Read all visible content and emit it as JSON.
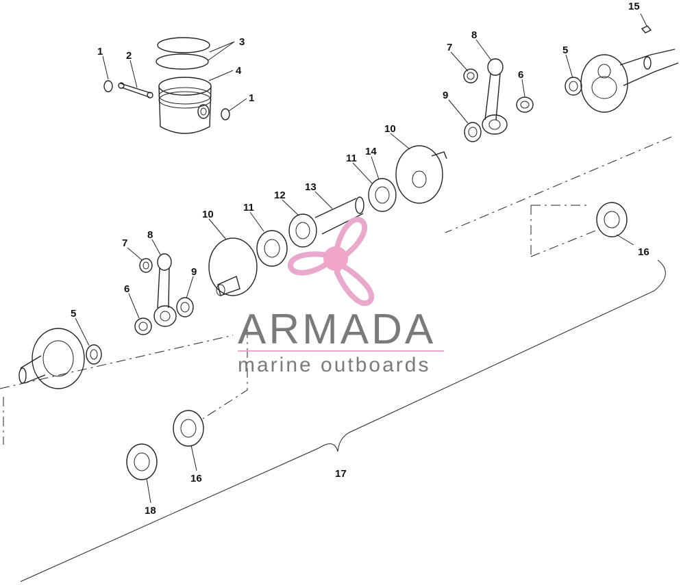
{
  "watermark": {
    "name": "ARMADA",
    "tagline": "marine outboards",
    "logo_color": "#e9a9cd",
    "logo_center_color": "#f0a6c9",
    "text_color": "#7a7a7a"
  },
  "callouts": {
    "c1a": "1",
    "c1b": "1",
    "c2": "2",
    "c3": "3",
    "c4": "4",
    "c5a": "5",
    "c5b": "5",
    "c6a": "6",
    "c6b": "6",
    "c7a": "7",
    "c7b": "7",
    "c8a": "8",
    "c8b": "8",
    "c9a": "9",
    "c9b": "9",
    "c10a": "10",
    "c10b": "10",
    "c11a": "11",
    "c11b": "11",
    "c12": "12",
    "c13": "13",
    "c14": "14",
    "c15": "15",
    "c16a": "16",
    "c16b": "16",
    "c17": "17",
    "c18": "18"
  }
}
